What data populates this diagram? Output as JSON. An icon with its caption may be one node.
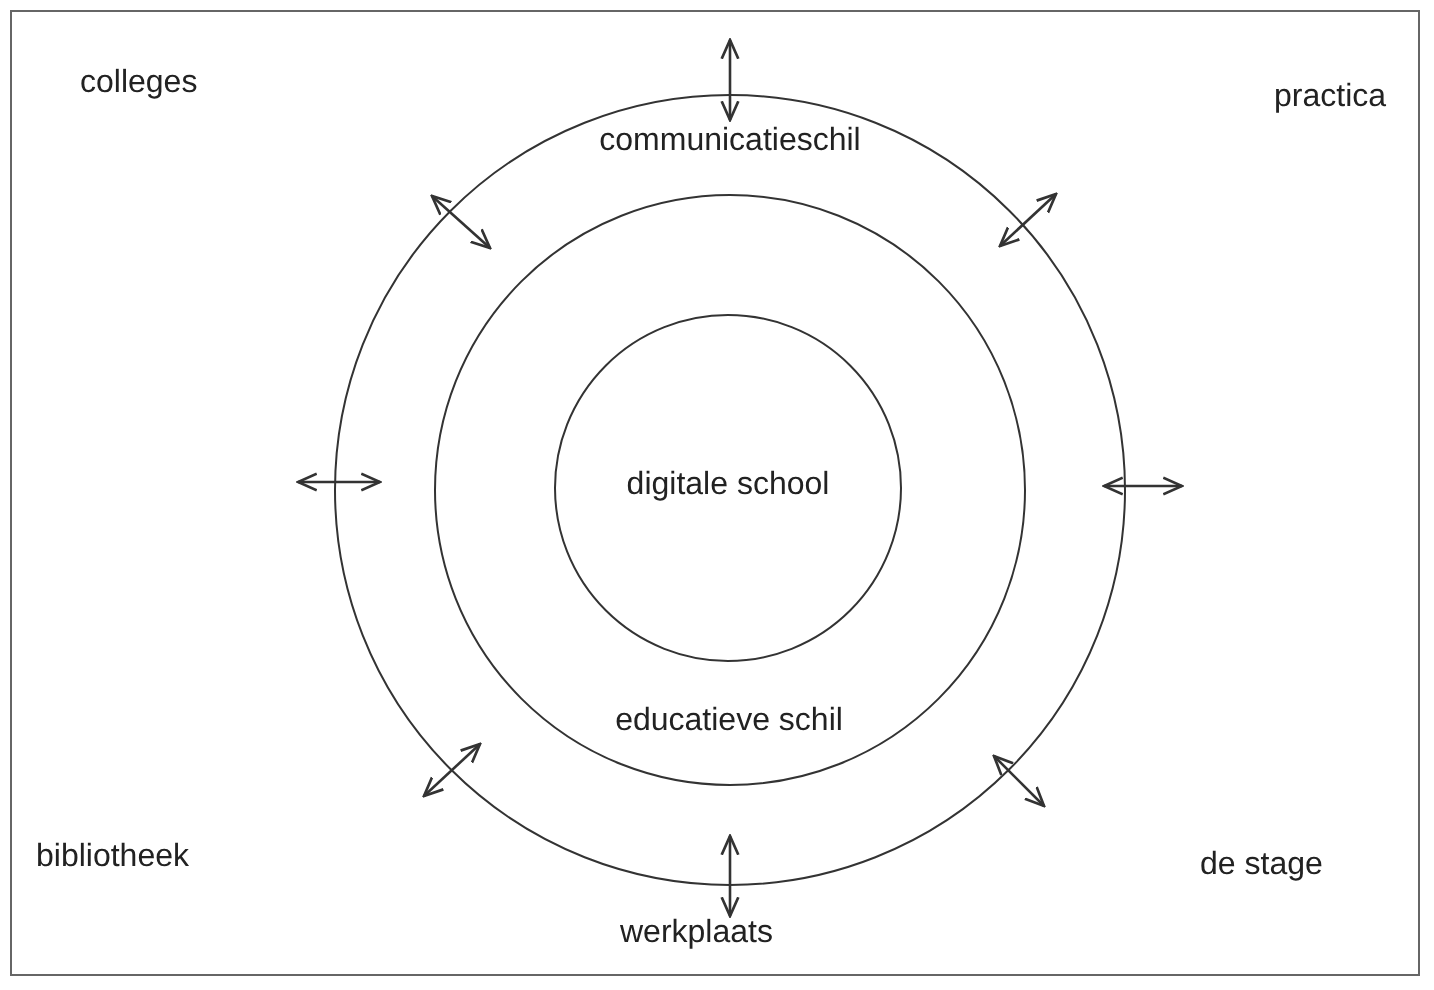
{
  "diagram": {
    "nodes": [
      {
        "text": [
          "communicatieschil"
        ]
      },
      {
        "text": [
          "educatieve schil"
        ],
        "in": 0
      },
      {
        "text": [
          "digitale school"
        ],
        "in": 1
      }
    ],
    "labels": [
      "colleges",
      "practica",
      "bibliotheek",
      "de stage",
      "werkplaats"
    ]
  }
}
